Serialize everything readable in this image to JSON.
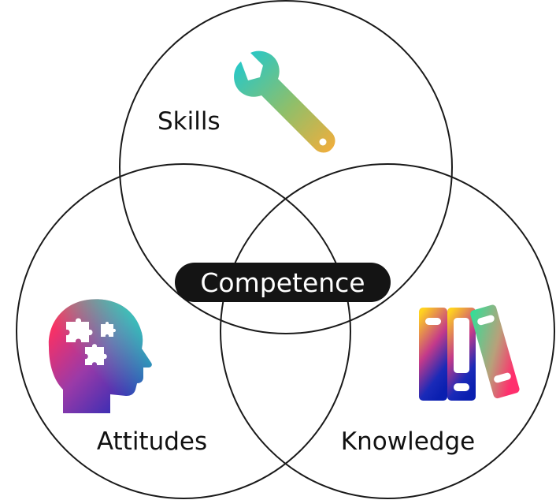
{
  "diagram": {
    "labels": {
      "skills": "Skills",
      "attitudes": "Attitudes",
      "knowledge": "Knowledge",
      "center": "Competence"
    },
    "icons": {
      "skills": "wrench-icon",
      "attitudes": "head-puzzle-icon",
      "knowledge": "binders-icon"
    },
    "colors": {
      "circle_stroke": "#1a1a1a",
      "center_pill": "#141414",
      "center_text": "#ffffff",
      "gradient_teal": "#16d6c4",
      "gradient_orange": "#f6ad3a",
      "gradient_pink": "#ff2f6d",
      "gradient_blue": "#0a1fb0",
      "gradient_yellow": "#ffd21f"
    }
  }
}
